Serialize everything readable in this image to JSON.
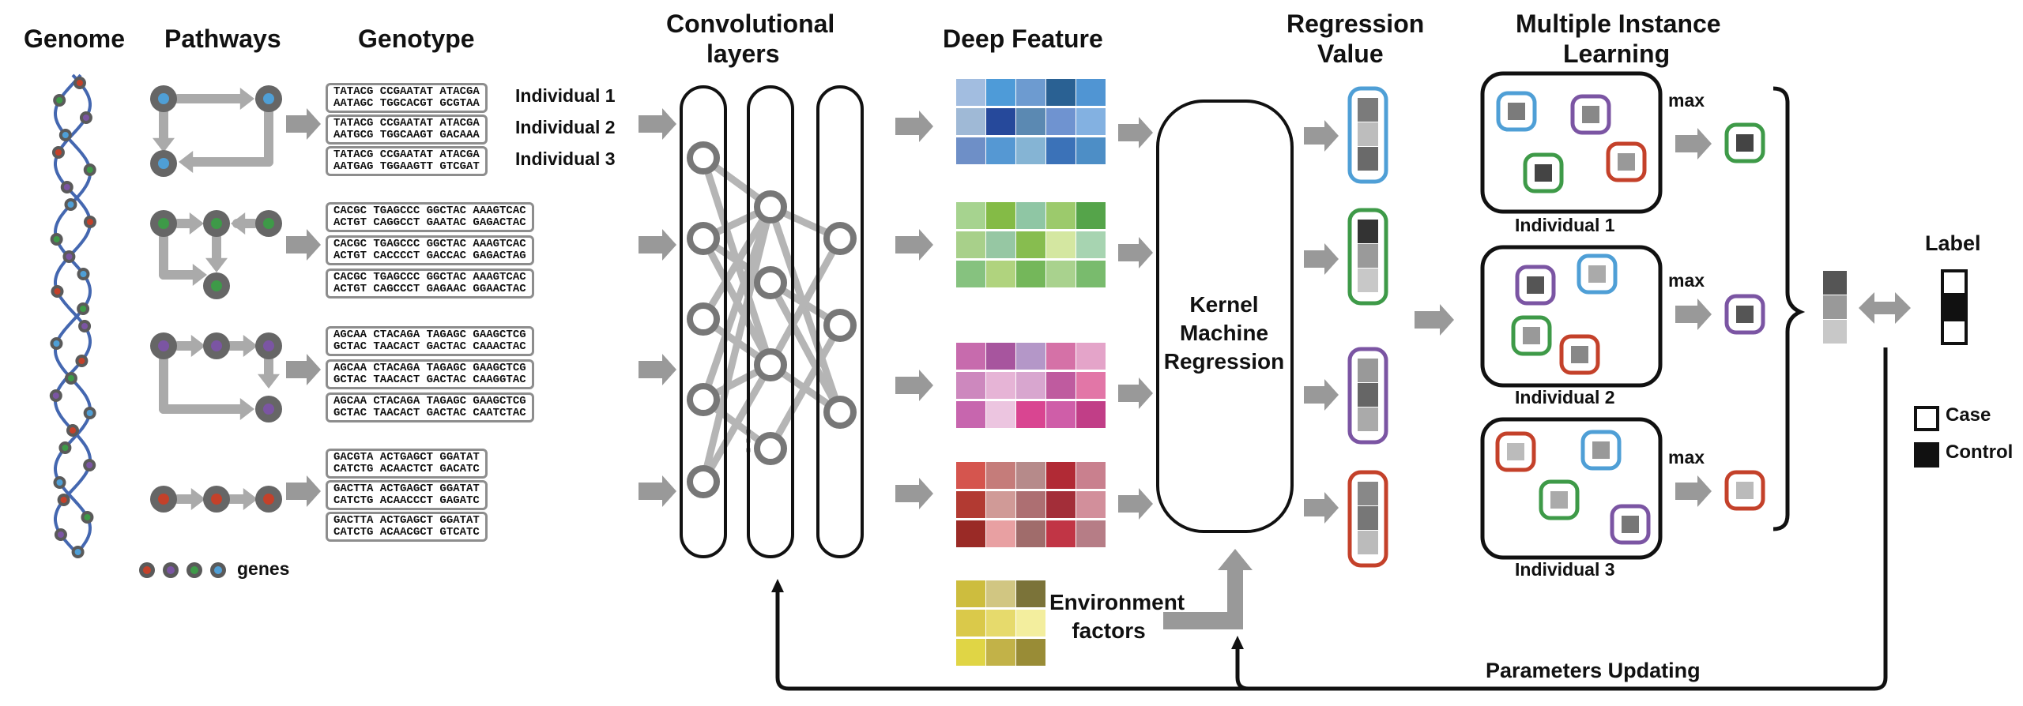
{
  "headers": {
    "genome": "Genome",
    "pathways": "Pathways",
    "genotype": "Genotype",
    "conv_l1": "Convolutional",
    "conv_l2": "layers",
    "deep": "Deep Feature",
    "reg_l1": "Regression",
    "reg_l2": "Value",
    "mil_l1": "Multiple Instance",
    "mil_l2": "Learning",
    "label": "Label"
  },
  "individuals": [
    "Individual 1",
    "Individual 2",
    "Individual 3"
  ],
  "genes_label": "genes",
  "kmr": [
    "Kernel",
    "Machine",
    "Regression"
  ],
  "env": [
    "Environment",
    "factors"
  ],
  "max_label": "max",
  "params": "Parameters Updating",
  "legend": {
    "case": "Case",
    "control": "Control"
  },
  "ellipsis": "⋮",
  "sequences": [
    [
      [
        "TATACG CCGAATAT ATACGA",
        "AATAGC TGGCACGT GCGTAA"
      ],
      [
        "TATACG CCGAATAT ATACGA",
        "AATGCG TGGCAAGT GACAAA"
      ],
      [
        "TATACG CCGAATAT ATACGA",
        "AATGAG TGGAAGTT GTCGAT"
      ]
    ],
    [
      [
        "CACGC TGAGCCC GGCTAC AAAGTCAC",
        "ACTGT CAGGCCT GAATAC GAGACTAC"
      ],
      [
        "CACGC TGAGCCC GGCTAC AAAGTCAC",
        "ACTGT CACCCCT GACCAC GAGACTAG"
      ],
      [
        "CACGC TGAGCCC GGCTAC AAAGTCAC",
        "ACTGT CAGCCCT GAGAAC GGAACTAC"
      ]
    ],
    [
      [
        "AGCAA CTACAGA TAGAGC GAAGCTCG",
        "GCTAC TAACACT GACTAC CAAACTAC"
      ],
      [
        "AGCAA CTACAGA TAGAGC GAAGCTCG",
        "GCTAC TAACACT GACTAC CAAGGTAC"
      ],
      [
        "AGCAA CTACAGA TAGAGC GAAGCTCG",
        "GCTAC TAACACT GACTAC CAATCTAC"
      ]
    ],
    [
      [
        "GACGTA ACTGAGCT GGATAT",
        "CATCTG ACAACTCT GACATC"
      ],
      [
        "GACTTA ACTGAGCT GGATAT",
        "CATCTG ACAACCCT GAGATC"
      ],
      [
        "GACTTA ACTGAGCT GGATAT",
        "CATCTG ACAACGCT GTCATC"
      ]
    ]
  ],
  "colors": {
    "blue": "#4f9fd6",
    "green": "#3e9a48",
    "purple": "#7b55a3",
    "red": "#c4412a",
    "dna": "#4467b0",
    "node": "#666666",
    "arrow": "#999999"
  }
}
